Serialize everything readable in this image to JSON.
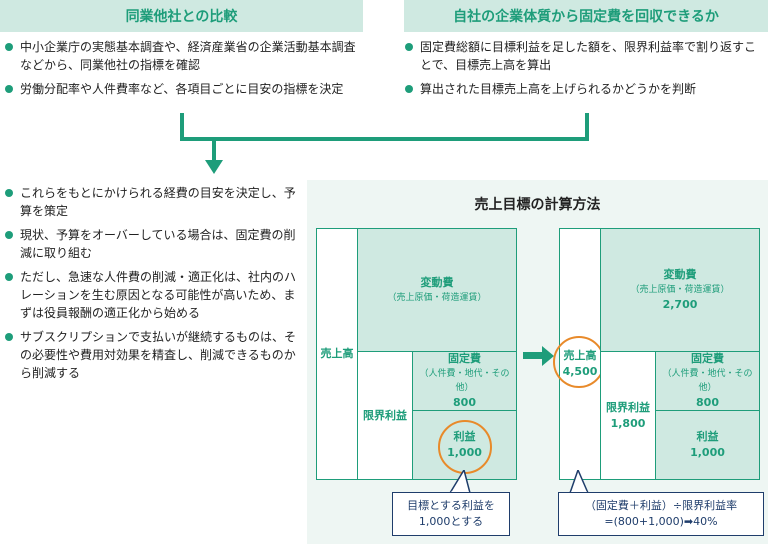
{
  "headers": {
    "left": "同業他社との比較",
    "right": "自社の企業体質から固定費を回収できるか"
  },
  "left_bullets": [
    "中小企業庁の実態基本調査や、経済産業省の企業活動基本調査などから、同業他社の指標を確認",
    "労働分配率や人件費率など、各項目ごとに目安の指標を決定"
  ],
  "right_bullets": [
    "固定費総額に目標利益を足した額を、限界利益率で割り返すことで、目標売上高を算出",
    "算出された目標売上高を上げられるかどうかを判断"
  ],
  "bottom_bullets": [
    "これらをもとにかけられる経費の目安を決定し、予算を策定",
    "現状、予算をオーバーしている場合は、固定費の削減に取り組む",
    "ただし、急速な人件費の削減・適正化は、社内のハレーションを生む原因となる可能性が高いため、まずは役員報酬の適正化から始める",
    "サブスクリプションで支払いが継続するものは、その必要性や費用対効果を精査し、削減できるものから削減する"
  ],
  "panel": {
    "title": "売上目標の計算方法",
    "left_diagram": {
      "sales": "売上高",
      "variable": "変動費",
      "variable_sub": "（売上原価・荷造運賃）",
      "marginal": "限界利益",
      "fixed": "固定費",
      "fixed_sub": "（人件費・地代・その他）",
      "fixed_value": "800",
      "profit": "利益",
      "profit_value": "1,000",
      "callout": [
        "目標とする利益を",
        "1,000とする"
      ]
    },
    "right_diagram": {
      "sales": "売上高",
      "sales_value": "4,500",
      "variable": "変動費",
      "variable_sub": "（売上原価・荷造運賃）",
      "variable_value": "2,700",
      "marginal": "限界利益",
      "marginal_value": "1,800",
      "fixed": "固定費",
      "fixed_sub": "（人件費・地代・その他）",
      "fixed_value": "800",
      "profit": "利益",
      "profit_value": "1,000",
      "callout": [
        "（固定費＋利益）÷限界利益率",
        "=(800+1,000)➡40%"
      ]
    }
  },
  "colors": {
    "accent": "#1e9d7a",
    "header_bg": "#cfe9e1",
    "panel_bg": "#eef6f3",
    "highlight": "#e88a2a",
    "callout": "#1f3d6b"
  }
}
